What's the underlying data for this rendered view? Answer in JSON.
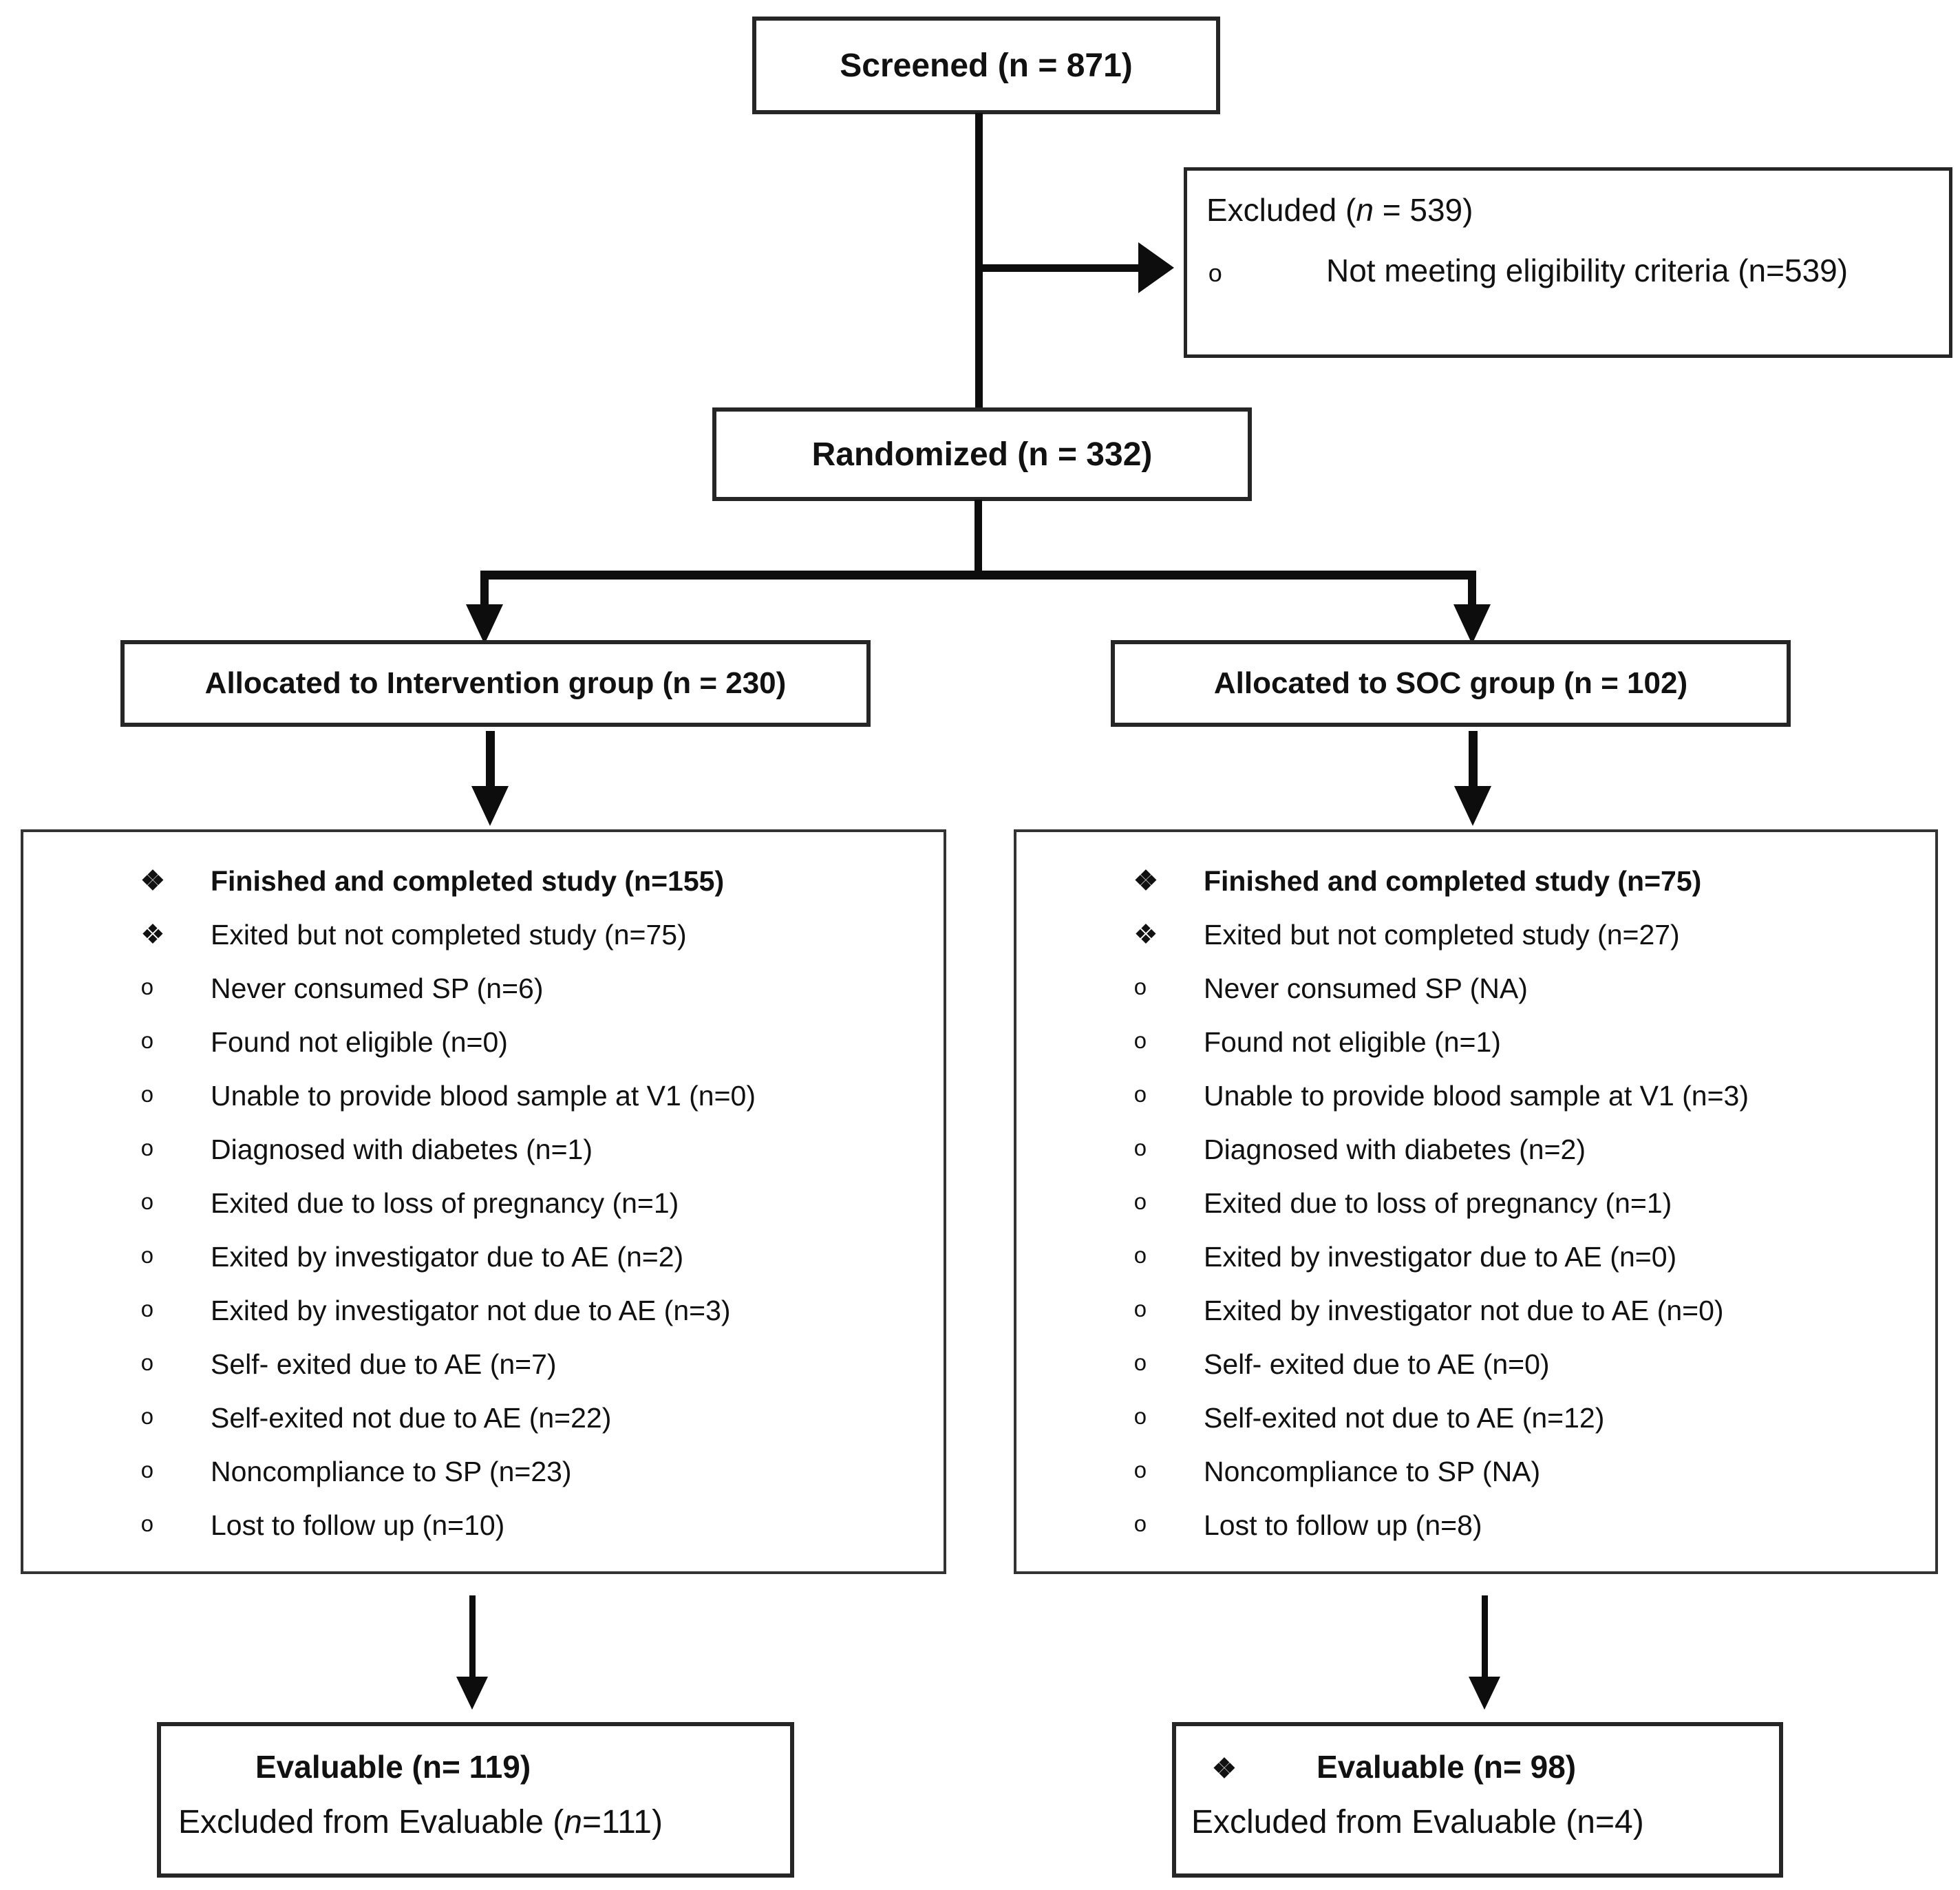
{
  "figure": {
    "type": "consort-flow-diagram",
    "colors": {
      "ink": "#111111",
      "border": "#262626",
      "background": "#ffffff"
    },
    "bullets": {
      "diamond": "❖",
      "circle": "o"
    },
    "screened": {
      "label": "Screened (n = 871)"
    },
    "excluded": {
      "title_prefix": "Excluded (",
      "title_italic": "n",
      "title_suffix": " = 539)",
      "items": [
        {
          "bullet": "o",
          "text": "Not meeting eligibility criteria (n=539)"
        }
      ]
    },
    "randomized": {
      "label": "Randomized (n = 332)"
    },
    "allocated_intervention": {
      "label": "Allocated to Intervention group (n = 230)"
    },
    "allocated_soc": {
      "label": "Allocated to SOC group (n = 102)"
    },
    "intervention_box": {
      "items": [
        {
          "bullet": "❖",
          "style": "diamond",
          "bold": true,
          "text": "Finished and completed study (n=155)"
        },
        {
          "bullet": "❖",
          "style": "diamond",
          "bold": false,
          "text": "Exited but not completed study (n=75)"
        },
        {
          "bullet": "o",
          "style": "circle",
          "bold": false,
          "text": "Never consumed SP (n=6)"
        },
        {
          "bullet": "o",
          "style": "circle",
          "bold": false,
          "text": "Found not eligible (n=0)"
        },
        {
          "bullet": "o",
          "style": "circle",
          "bold": false,
          "text": "Unable to provide blood sample at V1 (n=0)"
        },
        {
          "bullet": "o",
          "style": "circle",
          "bold": false,
          "text": "Diagnosed with diabetes (n=1)"
        },
        {
          "bullet": "o",
          "style": "circle",
          "bold": false,
          "text": "Exited due to loss of pregnancy (n=1)"
        },
        {
          "bullet": "o",
          "style": "circle",
          "bold": false,
          "text": "Exited by investigator due to AE (n=2)"
        },
        {
          "bullet": "o",
          "style": "circle",
          "bold": false,
          "text": "Exited by investigator not due to AE (n=3)"
        },
        {
          "bullet": "o",
          "style": "circle",
          "bold": false,
          "text": "Self- exited due to AE (n=7)"
        },
        {
          "bullet": "o",
          "style": "circle",
          "bold": false,
          "text": "Self-exited not due to AE (n=22)"
        },
        {
          "bullet": "o",
          "style": "circle",
          "bold": false,
          "text": "Noncompliance to SP (n=23)"
        },
        {
          "bullet": "o",
          "style": "circle",
          "bold": false,
          "text": "Lost to follow up (n=10)"
        }
      ]
    },
    "soc_box": {
      "items": [
        {
          "bullet": "❖",
          "style": "diamond",
          "bold": true,
          "text": "Finished and completed study (n=75)"
        },
        {
          "bullet": "❖",
          "style": "diamond",
          "bold": false,
          "text": "Exited but not completed study (n=27)"
        },
        {
          "bullet": "o",
          "style": "circle",
          "bold": false,
          "text": "Never consumed SP (NA)"
        },
        {
          "bullet": "o",
          "style": "circle",
          "bold": false,
          "text": "Found not eligible (n=1)"
        },
        {
          "bullet": "o",
          "style": "circle",
          "bold": false,
          "text": "Unable to provide blood sample at V1 (n=3)"
        },
        {
          "bullet": "o",
          "style": "circle",
          "bold": false,
          "text": "Diagnosed with diabetes (n=2)"
        },
        {
          "bullet": "o",
          "style": "circle",
          "bold": false,
          "text": "Exited due to loss of pregnancy (n=1)"
        },
        {
          "bullet": "o",
          "style": "circle",
          "bold": false,
          "text": "Exited by investigator due to AE (n=0)"
        },
        {
          "bullet": "o",
          "style": "circle",
          "bold": false,
          "text": "Exited by investigator not due to AE (n=0)"
        },
        {
          "bullet": "o",
          "style": "circle",
          "bold": false,
          "text": "Self- exited due to AE (n=0)"
        },
        {
          "bullet": "o",
          "style": "circle",
          "bold": false,
          "text": "Self-exited not due to AE (n=12)"
        },
        {
          "bullet": "o",
          "style": "circle",
          "bold": false,
          "text": "Noncompliance to SP (NA)"
        },
        {
          "bullet": "o",
          "style": "circle",
          "bold": false,
          "text": "Lost to follow up (n=8)"
        }
      ]
    },
    "evaluable_intervention": {
      "title": "Evaluable (n= 119)",
      "line2_prefix": "Excluded from Evaluable (",
      "line2_italic": "n",
      "line2_suffix": "=111)"
    },
    "evaluable_soc": {
      "bullet": "❖",
      "title": "Evaluable (n= 98)",
      "line2": "Excluded from Evaluable (n=4)"
    }
  }
}
